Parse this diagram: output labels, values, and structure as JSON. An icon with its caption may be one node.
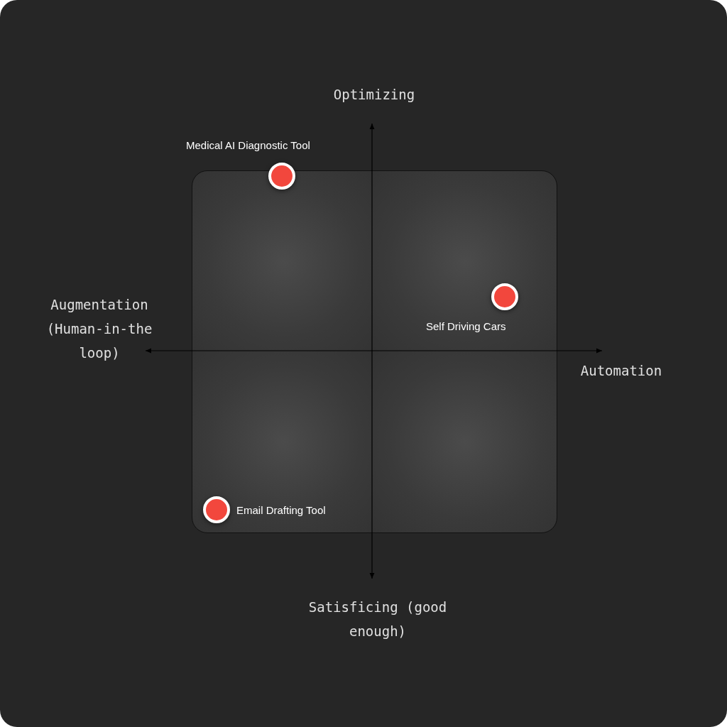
{
  "diagram": {
    "nodes": [
      {
        "text": [],
        "shape": "circle",
        "beside": [
          "Medical AI Diagnostic Tool"
        ]
      },
      {
        "text": [],
        "shape": "circle",
        "beside": [
          "Self Driving Cars"
        ]
      },
      {
        "text": [],
        "shape": "circle",
        "beside": [
          "Email Drafting Tool"
        ]
      }
    ],
    "labels": [
      "Optimizing",
      "Augmentation (Human-in-the loop)",
      "Automation",
      "Satisficing (good enough)"
    ]
  }
}
